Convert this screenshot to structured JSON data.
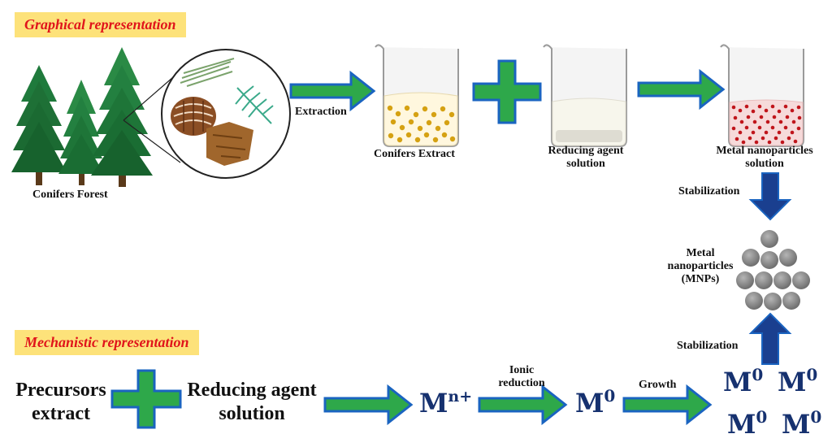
{
  "graphical": {
    "title": "Graphical representation",
    "forest_label": "Conifers Forest",
    "extraction_label": "Extraction",
    "extract_label": "Conifers Extract",
    "reducing_line1": "Reducing agent",
    "reducing_line2": "solution",
    "metal_sol_line1": "Metal nanoparticles",
    "metal_sol_line2": "solution",
    "stabilization_label": "Stabilization",
    "mnp_line1": "Metal",
    "mnp_line2": "nanoparticles",
    "mnp_line3": "(MNPs)"
  },
  "mechanistic": {
    "title": "Mechanistic representation",
    "precursor_line1": "Precursors",
    "precursor_line2": "extract",
    "reducing_line1": "Reducing agent",
    "reducing_line2": "solution",
    "mn_base": "M",
    "mn_sup": "n+",
    "ionic_line1": "Ionic",
    "ionic_line2": "reduction",
    "m0_base": "M",
    "m0_sup": "0",
    "growth_label": "Growth",
    "stabilization_label": "Stabilization"
  },
  "colors": {
    "arrow_fill": "#2ea84a",
    "arrow_stroke": "#1a64c0",
    "down_arrow": "#1a3f8f",
    "nanoparticle": "#888888",
    "label_bg": "#fde27a",
    "label_text": "#e0141b",
    "symbol_text": "#16316f"
  }
}
